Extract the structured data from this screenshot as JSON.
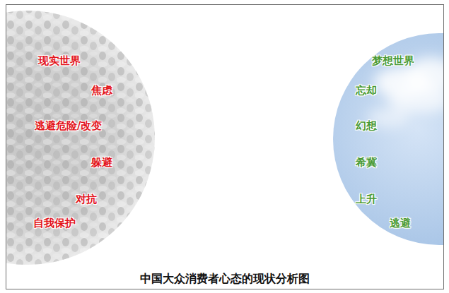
{
  "diagram": {
    "caption": "中国大众消费者心态的现状分析图",
    "nodes": [
      {
        "text": [
          "现实世界",
          "焦虑",
          "逃避危险/改变",
          "躲避",
          "对抗",
          "自我保护"
        ]
      },
      {
        "text": [
          "梦想世界",
          "忘却",
          "幻想",
          "希冀",
          "上升",
          "逃避"
        ]
      }
    ]
  }
}
